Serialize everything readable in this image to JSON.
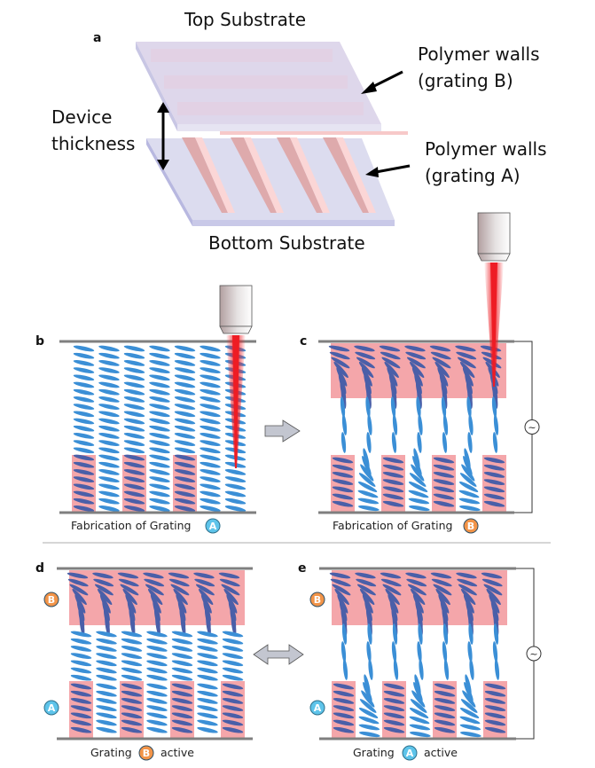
{
  "panel_a": {
    "label": "a",
    "top_substrate": "Top Substrate",
    "bottom_substrate": "Bottom Substrate",
    "device_thickness_line1": "Device",
    "device_thickness_line2": "thickness",
    "polymer_b_line1": "Polymer walls",
    "polymer_b_line2": "(grating B)",
    "polymer_a_line1": "Polymer walls",
    "polymer_a_line2": "(grating A)"
  },
  "panel_b": {
    "label": "b",
    "caption": "Fabrication of Grating",
    "badge": "A",
    "bottom_walls": [
      0,
      2,
      4
    ],
    "top_band": false,
    "voltage": false,
    "laser": true
  },
  "panel_c": {
    "label": "c",
    "caption": "Fabrication of Grating",
    "badge": "B",
    "bottom_walls": [
      0,
      2,
      4,
      6
    ],
    "top_band": true,
    "voltage": true,
    "laser": true
  },
  "panel_d": {
    "label": "d",
    "caption_pre": "Grating",
    "badge": "B",
    "caption_post": "active",
    "side_badge_top": "B",
    "side_badge_bottom": "A",
    "bottom_walls": [
      0,
      2,
      4,
      6
    ],
    "top_band": true,
    "voltage": false,
    "laser": false
  },
  "panel_e": {
    "label": "e",
    "caption_pre": "Grating",
    "badge": "A",
    "caption_post": "active",
    "side_badge_top": "B",
    "side_badge_bottom": "A",
    "bottom_walls": [
      0,
      2,
      4,
      6
    ],
    "top_band": true,
    "voltage": true,
    "laser": false
  },
  "voltage_symbol": "~",
  "arrows": {
    "b_to_c": "right-arrow",
    "d_e": "double-arrow"
  },
  "colors": {
    "lc_light": "#3b8fd6",
    "lc_dark": "#4a5fa8",
    "wall_pink": "#f4a6aa",
    "substrate_line": "#7f7f7f",
    "laser_red": "#ee1c24",
    "badge_a": "#5ec4ea",
    "badge_b": "#f29448",
    "substrate_glass": "#d7d7ee",
    "wall_3d": "#deaaac"
  }
}
